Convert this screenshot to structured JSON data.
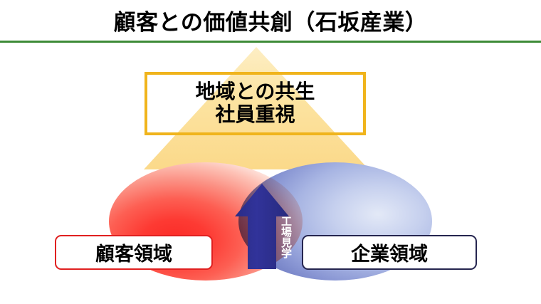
{
  "slide": {
    "title": "顧客との価値共創（石坂産業）",
    "rule_color": "#3d8b37",
    "background": "#ffffff"
  },
  "emphasis_box": {
    "line1": "地域との共生",
    "line2": "社員重視",
    "border_color": "#f0b41c"
  },
  "triangle": {
    "name": "value-triangle",
    "fill_color": "#fce4a0"
  },
  "venn": {
    "left_ellipse": {
      "name": "customer-domain-ellipse",
      "color": "#fb2b27"
    },
    "right_ellipse": {
      "name": "company-domain-ellipse",
      "color": "#3c3f7e"
    },
    "intersection_color": "#5a4f8c"
  },
  "arrow": {
    "label": "工場見学",
    "fill_color": "#2d2f8f",
    "direction": "up"
  },
  "domains": [
    {
      "key": "customer",
      "label": "顧客領域",
      "border_color": "#e02020"
    },
    {
      "key": "company",
      "label": "企業領域",
      "border_color": "#25254f"
    }
  ]
}
